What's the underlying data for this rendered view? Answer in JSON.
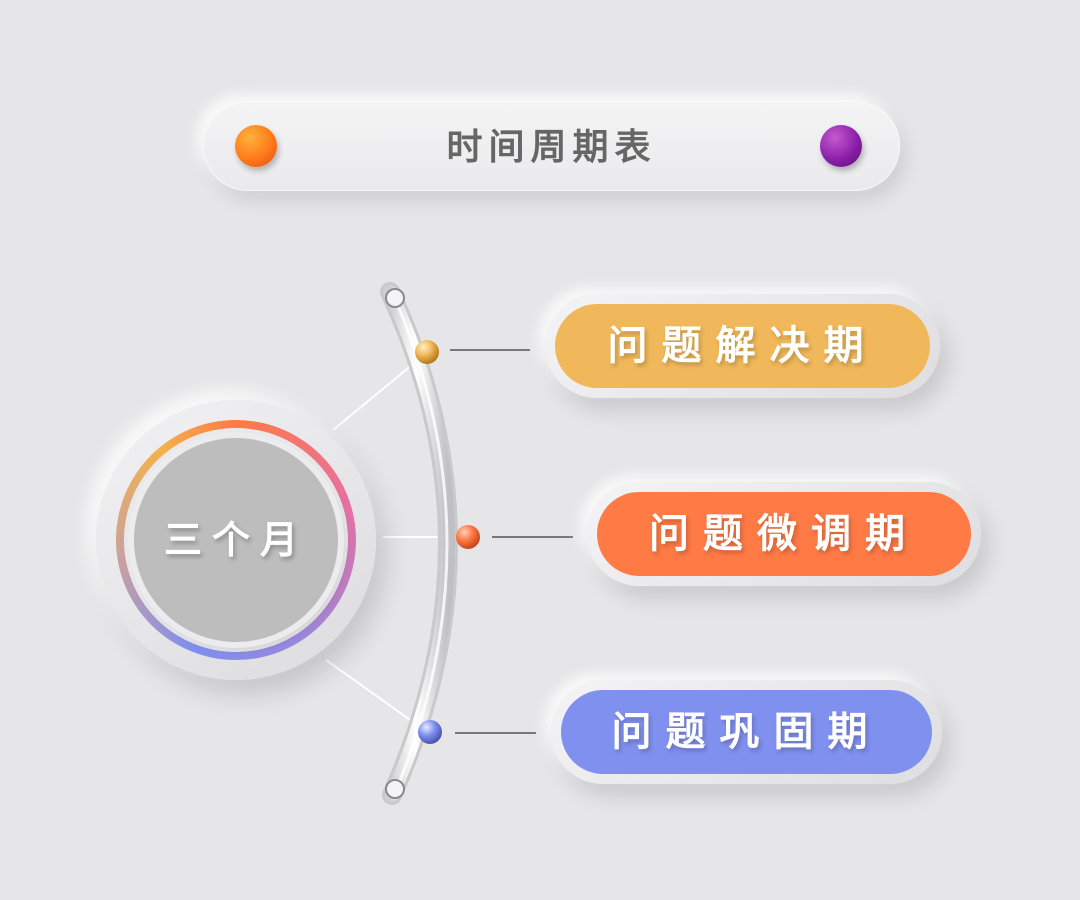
{
  "header": {
    "title": "时间周期表",
    "left_dot_color": "#ff7a1a",
    "right_dot_color": "#8b20a8"
  },
  "hub": {
    "label": "三个月"
  },
  "stages": [
    {
      "label": "问题解决期",
      "color": "#f0b85a"
    },
    {
      "label": "问题微调期",
      "color": "#ff7a45"
    },
    {
      "label": "问题巩固期",
      "color": "#8090ef"
    }
  ]
}
